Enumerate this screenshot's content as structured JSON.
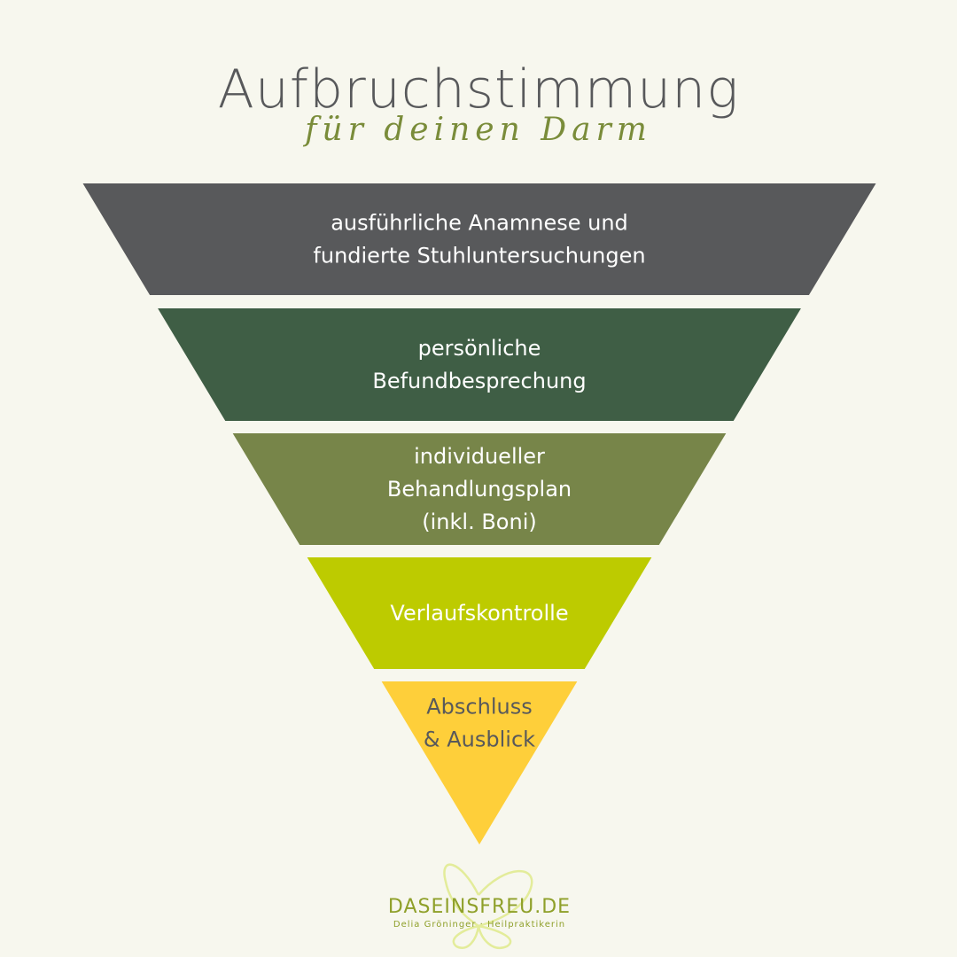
{
  "title": "Aufbruchstimmung",
  "subtitle": "für deinen Darm",
  "levels": [
    {
      "lines": [
        "ausführliche Anamnese und",
        "fundierte Stuhluntersuchungen"
      ],
      "color": "#58595b",
      "text_color": "#ffffff"
    },
    {
      "lines": [
        "persönliche",
        "Befundbesprechung"
      ],
      "color": "#3f5e45",
      "text_color": "#ffffff"
    },
    {
      "lines": [
        "individueller",
        "Behandlungsplan",
        "(inkl. Boni)"
      ],
      "color": "#778549",
      "text_color": "#ffffff"
    },
    {
      "lines": [
        "Verlaufskontrolle"
      ],
      "color": "#bdcb00",
      "text_color": "#ffffff"
    },
    {
      "lines": [
        "Abschluss",
        "& Ausblick"
      ],
      "color": "#fecf3a",
      "text_color": "#58595b"
    }
  ],
  "footer": {
    "brand": "DASEINSFREU.DE",
    "tagline": "Delia Gröninger · Heilpraktikerin",
    "logo_icon": "butterfly-icon",
    "brand_color": "#8fa02a",
    "logo_color": "#e3ec9a"
  }
}
